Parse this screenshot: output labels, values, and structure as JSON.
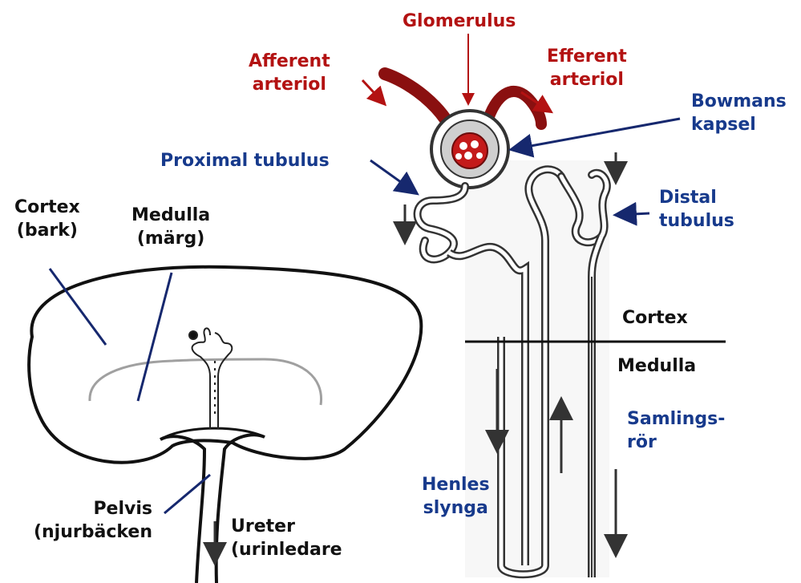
{
  "colors": {
    "red_label": "#b31212",
    "blue_label": "#173a8c",
    "black_label": "#111111",
    "vessel": "#8a1010",
    "pointer_blue": "#16286e",
    "outline": "#3a3a3a"
  },
  "labels": {
    "glomerulus": "Glomerulus",
    "afferent_line1": "Afferent",
    "afferent_line2": "arteriol",
    "efferent_line1": "Efferent",
    "efferent_line2": "arteriol",
    "bowmans_line1": "Bowmans",
    "bowmans_line2": "kapsel",
    "proximal": "Proximal tubulus",
    "distal_line1": "Distal",
    "distal_line2": "tubulus",
    "cortex_right": "Cortex",
    "medulla_right": "Medulla",
    "samlings_line1": "Samlings-",
    "samlings_line2": "rör",
    "henles_line1": "Henles",
    "henles_line2": "slynga",
    "cortex_left_line1": "Cortex",
    "cortex_left_line2": "(bark)",
    "medulla_left_line1": "Medulla",
    "medulla_left_line2": "(märg)",
    "pelvis_line1": "Pelvis",
    "pelvis_line2": "(njurbäcken",
    "ureter_line1": "Ureter",
    "ureter_line2": "(urinledare"
  }
}
